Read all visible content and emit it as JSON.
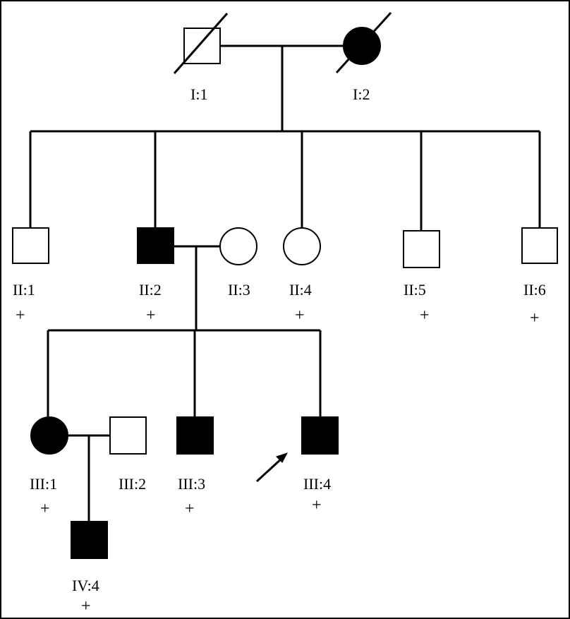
{
  "colors": {
    "affected": "#000000",
    "unaffected": "#ffffff",
    "line": "#000000"
  },
  "individuals": [
    {
      "id": "I1",
      "label": "I:1",
      "shape": "square",
      "affected": false,
      "deceased": true,
      "marker": ""
    },
    {
      "id": "I2",
      "label": "I:2",
      "shape": "circle",
      "affected": true,
      "deceased": true,
      "marker": ""
    },
    {
      "id": "II1",
      "label": "II:1",
      "shape": "square",
      "affected": false,
      "deceased": false,
      "marker": "+"
    },
    {
      "id": "II2",
      "label": "II:2",
      "shape": "square",
      "affected": true,
      "deceased": false,
      "marker": "+"
    },
    {
      "id": "II3",
      "label": "II:3",
      "shape": "circle",
      "affected": false,
      "deceased": false,
      "marker": ""
    },
    {
      "id": "II4",
      "label": "II:4",
      "shape": "circle",
      "affected": false,
      "deceased": false,
      "marker": "+"
    },
    {
      "id": "II5",
      "label": "II:5",
      "shape": "square",
      "affected": false,
      "deceased": false,
      "marker": "+"
    },
    {
      "id": "II6",
      "label": "II:6",
      "shape": "square",
      "affected": false,
      "deceased": false,
      "marker": "+"
    },
    {
      "id": "III1",
      "label": "III:1",
      "shape": "circle",
      "affected": true,
      "deceased": false,
      "marker": "+"
    },
    {
      "id": "III2",
      "label": "III:2",
      "shape": "square",
      "affected": false,
      "deceased": false,
      "marker": ""
    },
    {
      "id": "III3",
      "label": "III:3",
      "shape": "square",
      "affected": true,
      "deceased": false,
      "marker": "+"
    },
    {
      "id": "III4",
      "label": "III:4",
      "shape": "square",
      "affected": true,
      "deceased": false,
      "marker": "+",
      "proband": true
    },
    {
      "id": "IV4",
      "label": "IV:4",
      "shape": "square",
      "affected": true,
      "deceased": false,
      "marker": "+"
    }
  ]
}
